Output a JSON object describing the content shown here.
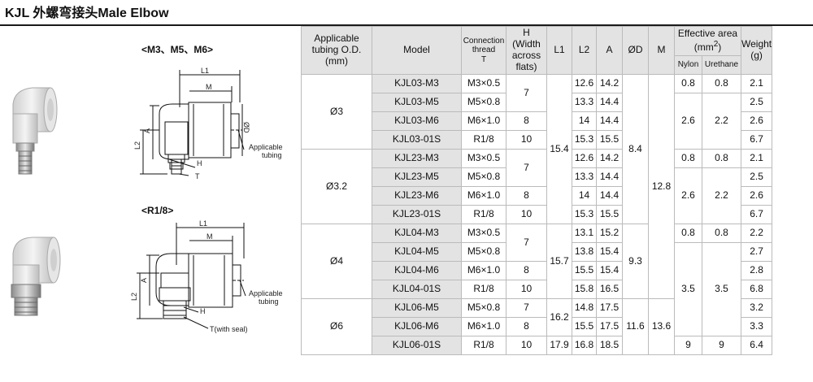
{
  "title": "KJL  外螺弯接头Male Elbow",
  "variants": {
    "top_label": "<M3、M5、M6>",
    "bottom_label": "<R1/8>"
  },
  "diagram_labels": {
    "top": {
      "l1": "L1",
      "m": "M",
      "od": "ØD",
      "a": "A",
      "l2": "L2",
      "h": "H",
      "t": "T",
      "tubing_1": "Applicable",
      "tubing_2": "tubing"
    },
    "bottom": {
      "l1": "L1",
      "m": "M",
      "a": "A",
      "l2": "L2",
      "h": "H",
      "t": "T(with seal)",
      "tubing_1": "Applicable",
      "tubing_2": "tubing"
    }
  },
  "table": {
    "headers": {
      "tubing_1": "Applicable",
      "tubing_2": "tubing O.D.",
      "tubing_3": "(mm)",
      "model": "Model",
      "conn_1": "Connection",
      "conn_2": "thread",
      "conn_3": "T",
      "h_1": "H",
      "h_2": "(Width",
      "h_3": "across",
      "h_4": "flats)",
      "l1": "L1",
      "l2": "L2",
      "a": "A",
      "od": "ØD",
      "m": "M",
      "eff_1": "Effective area",
      "eff_2": "(mm",
      "eff_sup": "2",
      "eff_3": ")",
      "nylon": "Nylon",
      "urethane": "Urethane",
      "weight_1": "Weight",
      "weight_2": "(g)"
    },
    "groups": [
      "Ø3",
      "Ø3.2",
      "Ø4",
      "Ø6"
    ],
    "models": [
      "KJL03-M3",
      "KJL03-M5",
      "KJL03-M6",
      "KJL03-01S",
      "KJL23-M3",
      "KJL23-M5",
      "KJL23-M6",
      "KJL23-01S",
      "KJL04-M3",
      "KJL04-M5",
      "KJL04-M6",
      "KJL04-01S",
      "KJL06-M5",
      "KJL06-M6",
      "KJL06-01S"
    ],
    "threads": [
      "M3×0.5",
      "M5×0.8",
      "M6×1.0",
      "R1/8",
      "M3×0.5",
      "M5×0.8",
      "M6×1.0",
      "R1/8",
      "M3×0.5",
      "M5×0.8",
      "M6×1.0",
      "R1/8",
      "M5×0.8",
      "M6×1.0",
      "R1/8"
    ],
    "h_values": [
      "7",
      "8",
      "10",
      "7",
      "8",
      "10",
      "7",
      "8",
      "10",
      "7",
      "8",
      "10"
    ],
    "l1_values": [
      "15.4",
      "15.7",
      "16.2",
      "17.9"
    ],
    "l2": [
      "12.6",
      "13.3",
      "14",
      "15.3",
      "12.6",
      "13.3",
      "14",
      "15.3",
      "13.1",
      "13.8",
      "15.5",
      "15.8",
      "14.8",
      "15.5",
      "16.8"
    ],
    "a": [
      "14.2",
      "14.4",
      "14.4",
      "15.5",
      "14.2",
      "14.4",
      "14.4",
      "15.5",
      "15.2",
      "15.4",
      "15.4",
      "16.5",
      "17.5",
      "17.5",
      "18.5"
    ],
    "od_values": [
      "8.4",
      "9.3",
      "11.6"
    ],
    "m_values": [
      "12.8",
      "13.6"
    ],
    "nylon": [
      "0.8",
      "2.6",
      "0.8",
      "2.6",
      "0.8",
      "3.5",
      "9"
    ],
    "urethane": [
      "0.8",
      "2.2",
      "0.8",
      "2.2",
      "0.8",
      "3.5",
      "9"
    ],
    "weight": [
      "2.1",
      "2.5",
      "2.6",
      "6.7",
      "2.1",
      "2.5",
      "2.6",
      "6.7",
      "2.2",
      "2.7",
      "2.8",
      "6.8",
      "3.2",
      "3.3",
      "6.4"
    ]
  }
}
